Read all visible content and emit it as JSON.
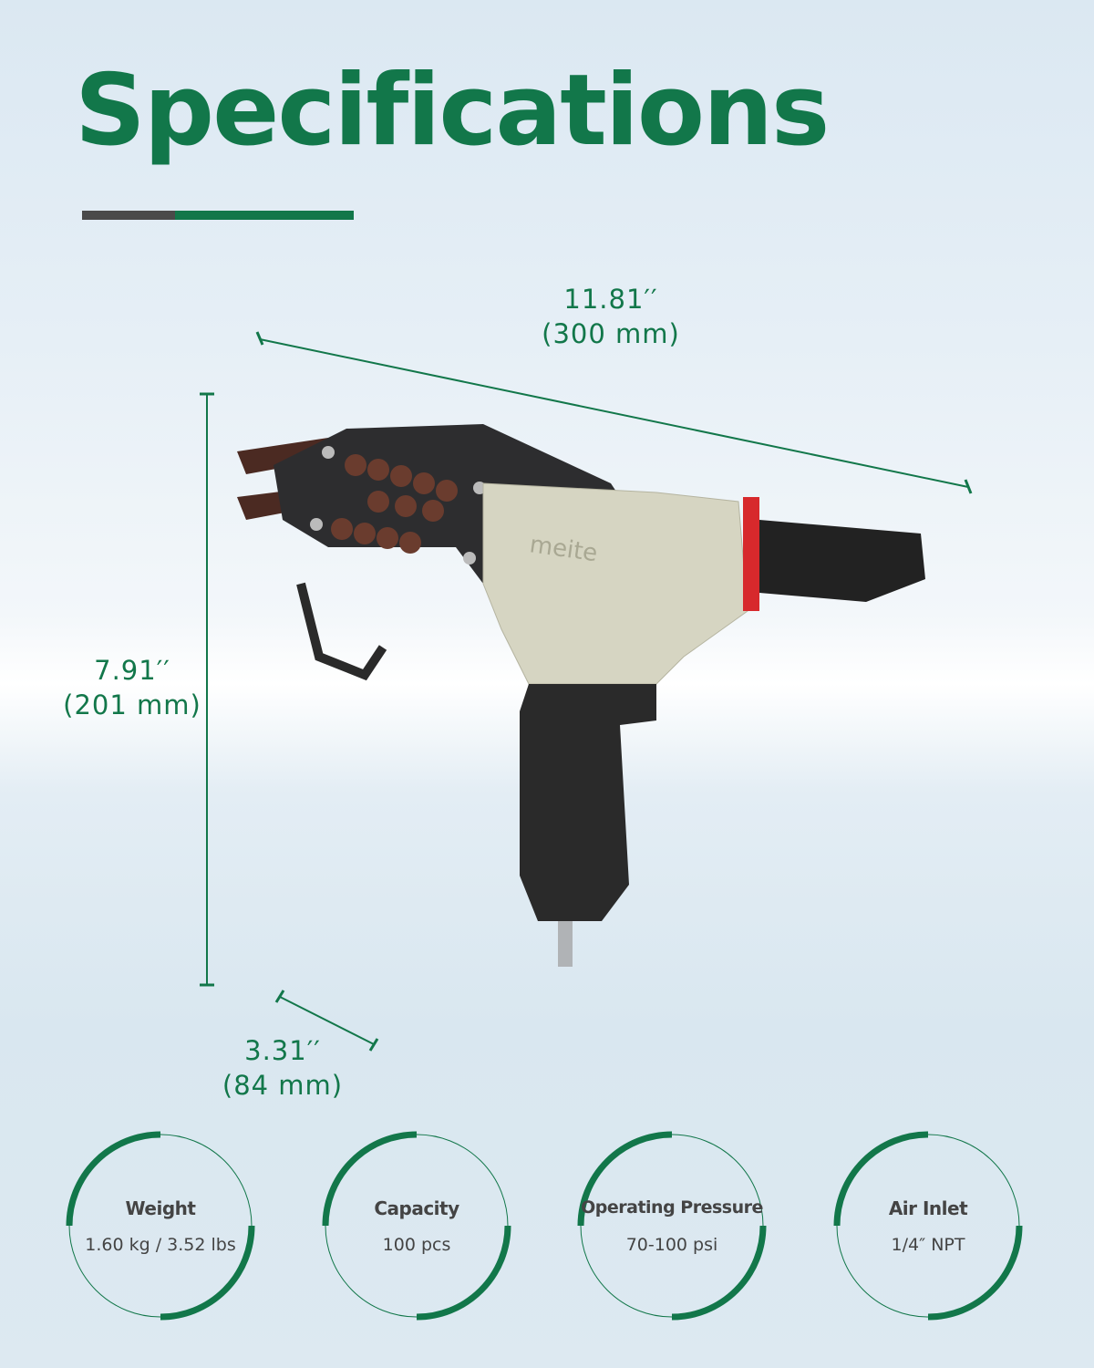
{
  "title": "Specifications",
  "colors": {
    "accent": "#12774a",
    "bar_grey": "#4a4a4a",
    "text": "#444444"
  },
  "product": {
    "brand_logo": "meite"
  },
  "dimensions": {
    "length": {
      "inches": "11.81′′",
      "mm": "(300 mm)"
    },
    "height": {
      "inches": "7.91′′",
      "mm": "(201 mm)"
    },
    "width": {
      "inches": "3.31′′",
      "mm": "(84 mm)"
    }
  },
  "specs": [
    {
      "label": "Weight",
      "value": "1.60 kg / 3.52 lbs"
    },
    {
      "label": "Capacity",
      "value": "100 pcs"
    },
    {
      "label": "Operating Pressure",
      "value": "70-100 psi"
    },
    {
      "label": "Air Inlet",
      "value": "1/4″ NPT"
    }
  ]
}
